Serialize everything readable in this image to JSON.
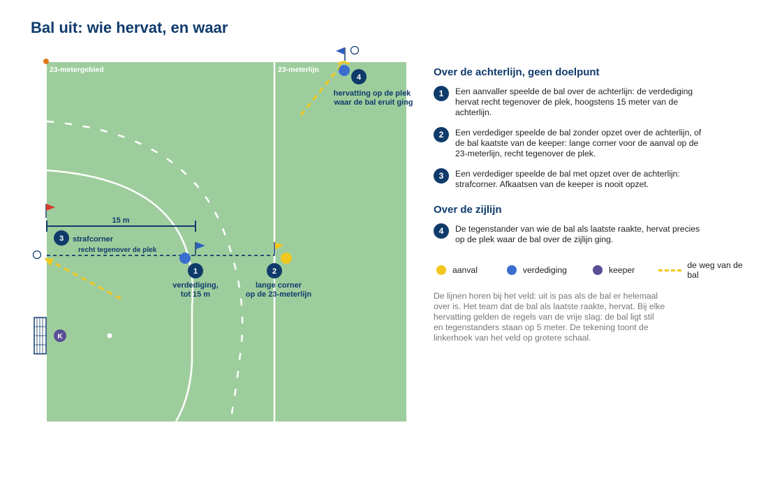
{
  "title": "Bal uit: wie hervat, en waar",
  "field": {
    "zone_left": "23-metergebied",
    "zone_right": "23-meterlijn",
    "distance_label": "15 m",
    "marker_3_title": "strafcorner",
    "marker_3_sub": "recht tegenover de plek",
    "marker_1_line1": "verdediging,",
    "marker_1_line2": "tot 15 m",
    "marker_2_line1": "lange corner",
    "marker_2_line2": "op de 23-meterlijn",
    "marker_4_line1": "hervatting op de plek",
    "marker_4_line2": "waar de bal eruit ging",
    "keeper_letter": "K",
    "numbers": [
      "1",
      "2",
      "3",
      "4"
    ]
  },
  "sections": {
    "backline_heading": "Over de achterlijn, geen doelpunt",
    "backline_items": [
      {
        "num": "1",
        "text": "Een aanvaller speelde de bal over de achterlijn: de verdediging hervat recht tegenover de plek, hoogstens 15 meter van de achterlijn."
      },
      {
        "num": "2",
        "text": "Een verdediger speelde de bal zonder opzet over de achterlijn, of de bal kaatste van de keeper: lange corner voor de aanval op de 23-meterlijn, recht tegenover de plek."
      },
      {
        "num": "3",
        "text": "Een verdediger speelde de bal met opzet over de achterlijn: strafcorner. Afkaatsen van de keeper is nooit opzet."
      }
    ],
    "sideline_heading": "Over de zijlijn",
    "sideline_items": [
      {
        "num": "4",
        "text": "De tegenstander van wie de bal als laatste raakte, hervat precies op de plek waar de bal over de zijlijn ging."
      }
    ]
  },
  "legend": {
    "attack": "aanval",
    "defense": "verdediging",
    "keeper": "keeper",
    "path": "de weg van de bal"
  },
  "note": "De lijnen horen bij het veld: uit is pas als de bal er helemaal over is. Het team dat de bal als laatste raakte, hervat. Bij elke hervatting gelden de regels van de vrije slag: de bal ligt stil en tegenstanders staan op 5 meter. De tekening toont de linkerhoek van het veld op grotere schaal.",
  "colors": {
    "field": "#9ecd9d",
    "navy": "#0f3b6b",
    "attack": "#f2c81e",
    "defense": "#3a6fcf",
    "keeper": "#5a4f96",
    "flag_red": "#d93a2e",
    "flag_blue": "#2f5fbf",
    "corner_orange": "#e07a1f"
  }
}
